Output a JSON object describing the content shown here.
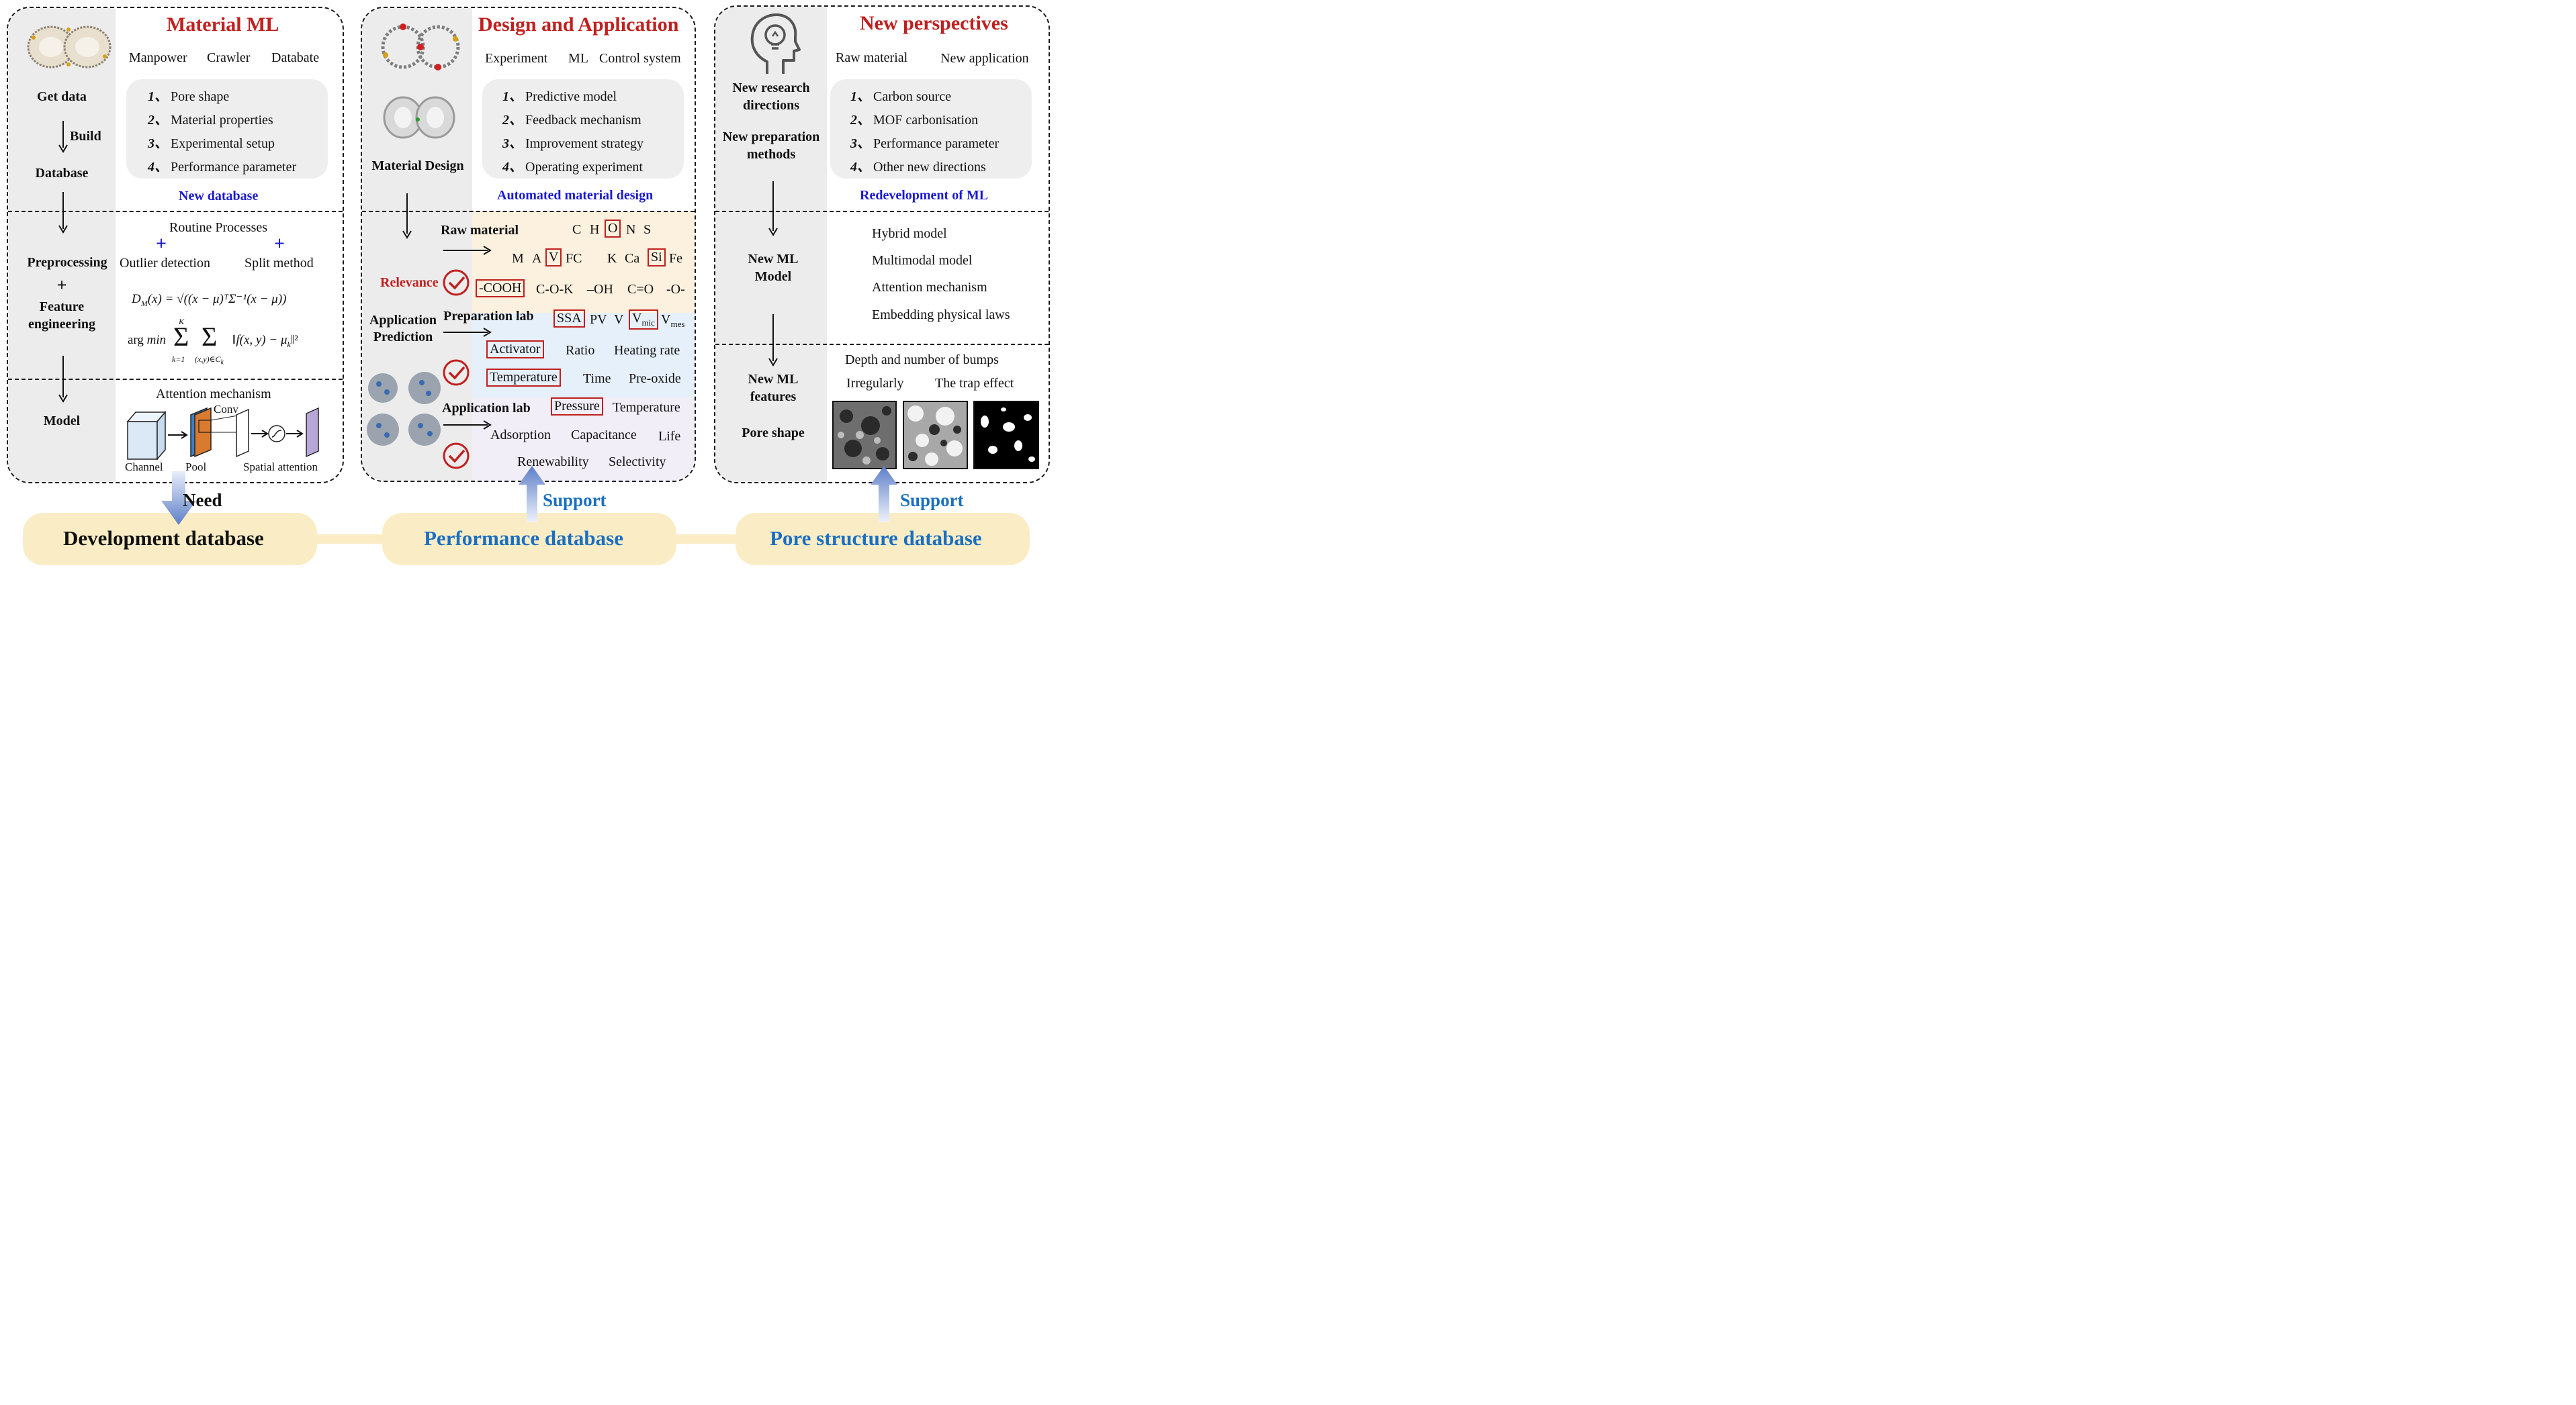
{
  "panel1": {
    "title": "Material ML",
    "sources": [
      "Manpower",
      "Crawler",
      "Databate"
    ],
    "left": {
      "get_data": "Get data",
      "build": "Build",
      "database": "Database",
      "preprocessing": "Preprocessing",
      "plus": "+",
      "feature": "Feature",
      "engineering": "engineering",
      "model": "Model"
    },
    "list": [
      {
        "n": "1、",
        "text": "Pore shape"
      },
      {
        "n": "2、",
        "text": "Material properties"
      },
      {
        "n": "3、",
        "text": "Experimental setup"
      },
      {
        "n": "4、",
        "text": "Performance parameter"
      }
    ],
    "subtitle": "New database",
    "routine": "Routine Processes",
    "plus": "+",
    "outlier": "Outlier detection",
    "split": "Split method",
    "formula1_lhs": "D",
    "formula1_sub": "M",
    "formula1_rest": "(x) = √((x − μ)ᵀΣ⁻¹(x − μ))",
    "formula2_arg": "arg",
    "formula2_min": "min",
    "formula2_k_top": "K",
    "formula2_k_bot": "k=1",
    "formula2_sum2_bot": "(x,y)∈C",
    "formula2_sum2_sub": "k",
    "formula2_norm": "‖f(x, y) − μ",
    "formula2_norm_sub": "k",
    "formula2_norm_end": "‖²",
    "attention": "Attention mechanism",
    "conv": "Conv",
    "channel": "Channel",
    "pool": "Pool",
    "spatial": "Spatial attention",
    "sigma": "∫"
  },
  "panel2": {
    "title": "Design and Application",
    "sources": [
      "Experiment",
      "ML",
      "Control system"
    ],
    "material_design": "Material Design",
    "list": [
      {
        "n": "1、",
        "text": "Predictive model"
      },
      {
        "n": "2、",
        "text": "Feedback mechanism"
      },
      {
        "n": "3、",
        "text": "Improvement strategy"
      },
      {
        "n": "4、",
        "text": "Operating experiment"
      }
    ],
    "subtitle": "Automated material design",
    "raw_material": "Raw material",
    "relevance": "Relevance",
    "app_pred_1": "Application",
    "app_pred_2": "Prediction",
    "elements_row1": [
      "C",
      "H",
      "O",
      "N",
      "S"
    ],
    "elements_row2": [
      "M",
      "A",
      "V",
      "FC",
      "K",
      "Ca",
      "Si",
      "Fe"
    ],
    "groups": [
      "-COOH",
      "C-O-K",
      "–OH",
      "C=O",
      "-O-"
    ],
    "prep_lab": "Preparation lab",
    "ssa": "SSA",
    "pv": "PV",
    "v": "V",
    "vmic_v": "V",
    "vmic_sub": "mic",
    "vmes_v": "V",
    "vmes_sub": "mes",
    "activator": "Activator",
    "ratio": "Ratio",
    "heating": "Heating rate",
    "temperature": "Temperature",
    "time": "Time",
    "preoxide": "Pre-oxide",
    "app_lab": "Application lab",
    "pressure": "Pressure",
    "temperature2": "Temperature",
    "adsorption": "Adsorption",
    "capacitance": "Capacitance",
    "life": "Life",
    "renewability": "Renewability",
    "selectivity": "Selectivity"
  },
  "panel3": {
    "title": "New perspectives",
    "sources": [
      "Raw material",
      "New application"
    ],
    "new_research_1": "New research",
    "new_research_2": "directions",
    "new_prep_1": "New preparation",
    "new_prep_2": "methods",
    "list": [
      {
        "n": "1、",
        "text": "Carbon source"
      },
      {
        "n": "2、",
        "text": "MOF carbonisation"
      },
      {
        "n": "3、",
        "text": "Performance parameter"
      },
      {
        "n": "4、",
        "text": "Other new directions"
      }
    ],
    "subtitle": "Redevelopment of ML",
    "new_ml_model_1": "New ML",
    "new_ml_model_2": "Model",
    "models": [
      "Hybrid model",
      "Multimodal model",
      "Attention mechanism",
      "Embedding physical laws"
    ],
    "new_ml_feat_1": "New ML",
    "new_ml_feat_2": "features",
    "pore_shape": "Pore shape",
    "depth": "Depth and number of bumps",
    "irregularly": "Irregularly",
    "trap": "The trap effect"
  },
  "bottom": {
    "need": "Need",
    "support1": "Support",
    "support2": "Support",
    "db1": "Development database",
    "db2": "Performance database",
    "db3": "Pore structure database"
  },
  "colors": {
    "title_red": "#c0201f",
    "subtitle_blue": "#1a1ad0",
    "support_blue": "#1a6fc0",
    "db_fill": "#faedc6"
  }
}
